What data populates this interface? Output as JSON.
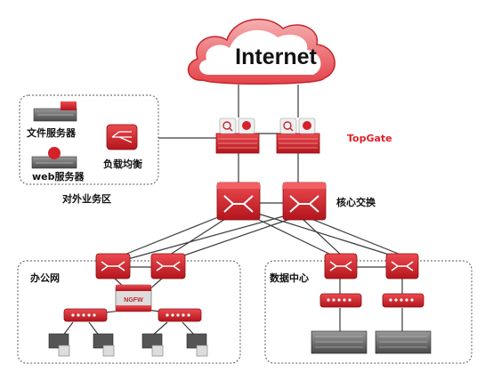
{
  "internet_label": "Internet",
  "topgate_label": "TopGate",
  "external_zone": {
    "label": "对外业务区",
    "file_server": "文件服务器",
    "web_server": "web服务器",
    "load_balancer": "负载均衡"
  },
  "core_label": "核心交换",
  "office_zone": {
    "label": "办公网",
    "ngfw_label": "NGFW"
  },
  "datacenter_zone": {
    "label": "数据中心"
  },
  "colors": {
    "device_red": "#d4222a",
    "device_dark": "#a8141b",
    "label_red": "#e0202a",
    "line": "#3a3a3a"
  }
}
